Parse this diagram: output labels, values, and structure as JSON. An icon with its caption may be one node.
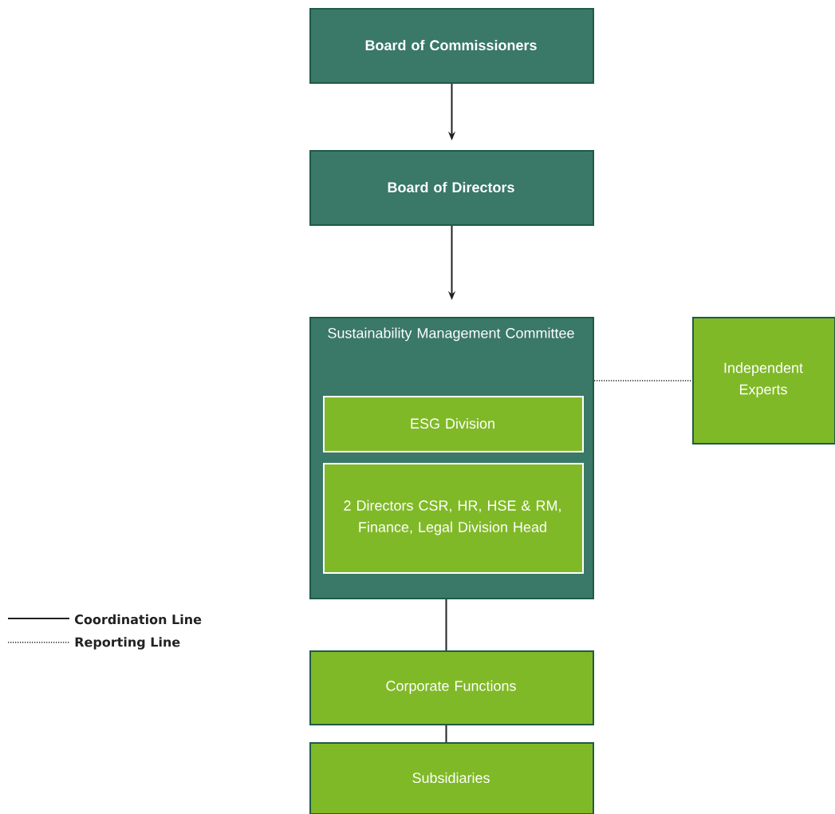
{
  "diagram": {
    "nodes": [
      {
        "text": [
          "Board of Commissioners"
        ]
      },
      {
        "text": [
          "Board of Directors"
        ]
      },
      {
        "text": [
          "Sustainability Management Committee"
        ]
      },
      {
        "text": [
          "ESG Division"
        ],
        "in": 2
      },
      {
        "text": [
          "2 Directors CSR, HR, HSE & RM, Finance, Legal Division Head"
        ],
        "in": 2
      },
      {
        "text": [
          "Independent Experts"
        ]
      },
      {
        "text": [
          "Corporate Functions"
        ]
      },
      {
        "text": [
          "Subsidiaries"
        ]
      }
    ],
    "edges": [
      {
        "from": 0,
        "to": 1,
        "arrow": "to"
      },
      {
        "from": 1,
        "to": 2,
        "arrow": "to"
      },
      {
        "from": 2,
        "to": 5,
        "arrow": "none",
        "style": "dashed"
      },
      {
        "from": 2,
        "to": 6,
        "arrow": "none"
      },
      {
        "from": 6,
        "to": 7,
        "arrow": "none"
      }
    ],
    "legend": [
      {
        "text": "Coordination Line"
      },
      {
        "text": "Reporting Line"
      }
    ]
  }
}
